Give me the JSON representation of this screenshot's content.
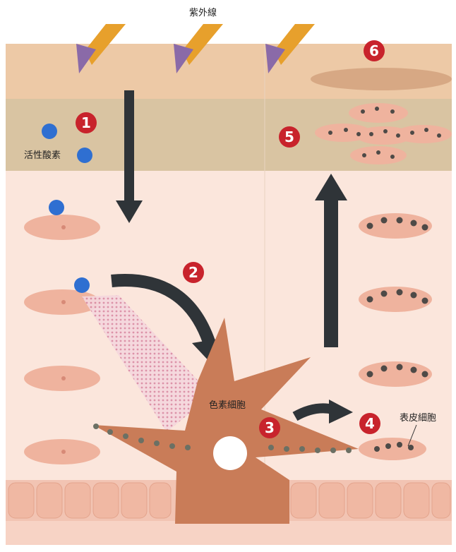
{
  "labels": {
    "uv": "紫外線",
    "ros": "活性酸素",
    "melanocyte": "色素細胞",
    "keratinocyte": "表皮細胞"
  },
  "steps": [
    "1",
    "2",
    "3",
    "4",
    "5",
    "6"
  ],
  "colors": {
    "stratum_corneum": "#edc9a6",
    "granular_layer": "#d9c4a2",
    "epidermis": "#fbe6dc",
    "cell": "#efb39e",
    "melanocyte": "#c97c58",
    "melanin": "#5b4a44",
    "ros": "#2f6fd1",
    "arrow": "#2f3438",
    "badge": "#c8232c",
    "uv_orange": "#e7a02c",
    "uv_purple": "#8a6aa8"
  }
}
